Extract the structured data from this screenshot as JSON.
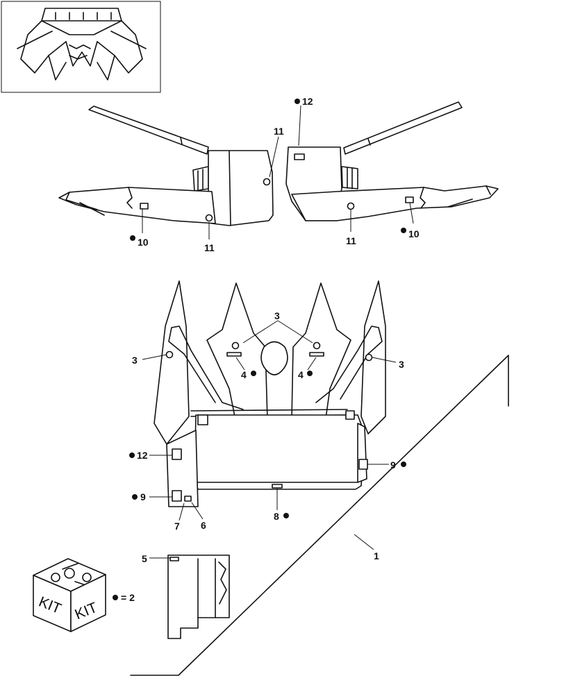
{
  "callouts": {
    "c1": "1",
    "c2": "2",
    "c3": "3",
    "c4": "4",
    "c5": "5",
    "c6": "6",
    "c7": "7",
    "c8": "8",
    "c9": "9",
    "c10": "10",
    "c11": "11",
    "c12": "12"
  },
  "kit": {
    "box_label": "KIT",
    "legend_equals": "= 2"
  },
  "legend_marker": "filled-dot-icon"
}
